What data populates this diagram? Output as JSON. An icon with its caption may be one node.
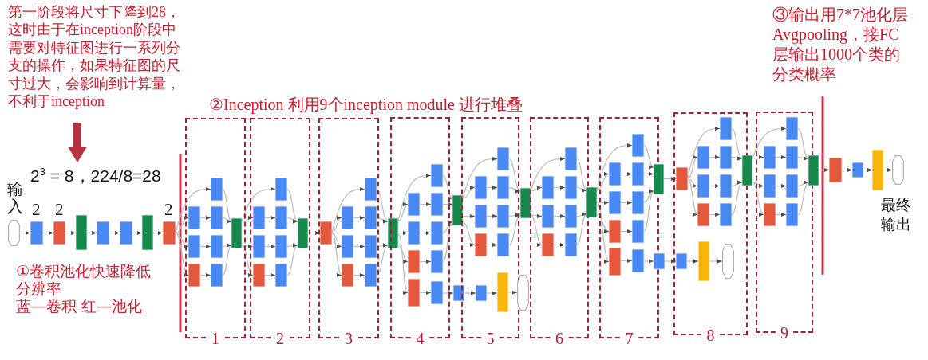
{
  "diagram": {
    "nodes": [
      {
        "text": [
          "第一阶段将尺寸下降到28，这时由于在inception阶段中需要对特征图进行一系列分支的操作，如果特征图的尺寸过大，会影响到计算量，不利于inception"
        ]
      },
      {
        "text": [
          "2$^{3}$ = 8，224/8=28"
        ]
      },
      {
        "text": [],
        "shape": "octagon",
        "beside": [
          "输入"
        ]
      },
      {
        "text": [],
        "shape": "box",
        "beside": [
          "2"
        ]
      },
      {
        "text": [],
        "shape": "box",
        "beside": [
          "2"
        ]
      },
      {
        "text": [],
        "shape": "box"
      },
      {
        "text": [],
        "shape": "box"
      },
      {
        "text": [],
        "shape": "box"
      },
      {
        "text": [],
        "shape": "box"
      },
      {
        "text": [],
        "shape": "box",
        "beside": [
          "2"
        ]
      },
      {
        "text": [
          "1"
        ]
      },
      {
        "text": [],
        "shape": "box",
        "in": 10
      },
      {
        "text": [],
        "shape": "box",
        "in": 10
      },
      {
        "text": [],
        "shape": "box",
        "in": 10
      },
      {
        "text": [],
        "shape": "box",
        "in": 10
      },
      {
        "text": [],
        "shape": "box",
        "in": 10
      },
      {
        "text": [],
        "shape": "box",
        "in": 10
      },
      {
        "text": [],
        "shape": "box",
        "in": 10
      },
      {
        "text": [],
        "shape": "box",
        "in": 10
      },
      {
        "text": [
          "2"
        ]
      },
      {
        "text": [],
        "shape": "box",
        "in": 19
      },
      {
        "text": [],
        "shape": "box",
        "in": 19
      },
      {
        "text": [],
        "shape": "box",
        "in": 19
      },
      {
        "text": [],
        "shape": "box",
        "in": 19
      },
      {
        "text": [],
        "shape": "box",
        "in": 19
      },
      {
        "text": [],
        "shape": "box",
        "in": 19
      },
      {
        "text": [],
        "shape": "box",
        "in": 19
      },
      {
        "text": [],
        "shape": "box",
        "in": 19
      },
      {
        "text": [
          "3"
        ]
      },
      {
        "text": [],
        "shape": "box",
        "in": 28
      },
      {
        "text": [],
        "shape": "box",
        "in": 28
      },
      {
        "text": [],
        "shape": "box",
        "in": 28
      },
      {
        "text": [],
        "shape": "box",
        "in": 28
      },
      {
        "text": [],
        "shape": "box",
        "in": 28
      },
      {
        "text": [],
        "shape": "box",
        "in": 28
      },
      {
        "text": [],
        "shape": "box",
        "in": 28
      },
      {
        "text": [],
        "shape": "box",
        "in": 28
      },
      {
        "text": [],
        "shape": "box"
      },
      {
        "text": [
          "4"
        ]
      },
      {
        "text": [],
        "shape": "box",
        "in": 38
      },
      {
        "text": [],
        "shape": "box",
        "in": 38
      },
      {
        "text": [],
        "shape": "box",
        "in": 38
      },
      {
        "text": [],
        "shape": "box",
        "in": 38
      },
      {
        "text": [],
        "shape": "box",
        "in": 38
      },
      {
        "text": [],
        "shape": "box",
        "in": 38
      },
      {
        "text": [],
        "shape": "box",
        "in": 38
      },
      {
        "text": [],
        "shape": "box",
        "in": 38
      },
      {
        "text": [],
        "shape": "box",
        "in": 38
      },
      {
        "text": [],
        "shape": "box"
      },
      {
        "text": [],
        "shape": "box"
      },
      {
        "text": [
          "5"
        ]
      },
      {
        "text": [],
        "shape": "box",
        "in": 50
      },
      {
        "text": [],
        "shape": "box",
        "in": 50
      },
      {
        "text": [],
        "shape": "box",
        "in": 50
      },
      {
        "text": [],
        "shape": "box",
        "in": 50
      },
      {
        "text": [],
        "shape": "box",
        "in": 50
      },
      {
        "text": [],
        "shape": "box",
        "in": 50
      },
      {
        "text": [],
        "shape": "box",
        "in": 50
      },
      {
        "text": [],
        "shape": "box",
        "in": 50
      },
      {
        "text": [],
        "shape": "box",
        "in": 50
      },
      {
        "text": [],
        "shape": "octagon"
      },
      {
        "text": [],
        "shape": "box"
      },
      {
        "text": [
          "6"
        ]
      },
      {
        "text": [],
        "shape": "box",
        "in": 62
      },
      {
        "text": [],
        "shape": "box",
        "in": 62
      },
      {
        "text": [],
        "shape": "box",
        "in": 62
      },
      {
        "text": [],
        "shape": "box",
        "in": 62
      },
      {
        "text": [],
        "shape": "box",
        "in": 62
      },
      {
        "text": [],
        "shape": "box",
        "in": 62
      },
      {
        "text": [],
        "shape": "box",
        "in": 62
      },
      {
        "text": [],
        "shape": "box"
      },
      {
        "text": [
          "7"
        ]
      },
      {
        "text": [],
        "shape": "box",
        "in": 71
      },
      {
        "text": [],
        "shape": "box",
        "in": 71
      },
      {
        "text": [],
        "shape": "box",
        "in": 71
      },
      {
        "text": [],
        "shape": "box",
        "in": 71
      },
      {
        "text": [],
        "shape": "box",
        "in": 71
      },
      {
        "text": [],
        "shape": "box",
        "in": 71
      },
      {
        "text": [],
        "shape": "box",
        "in": 71
      },
      {
        "text": [],
        "shape": "box",
        "in": 71
      },
      {
        "text": [],
        "shape": "box",
        "in": 71
      },
      {
        "text": [],
        "shape": "box"
      },
      {
        "text": [],
        "shape": "box"
      },
      {
        "text": [
          "8"
        ]
      },
      {
        "text": [],
        "shape": "box",
        "in": 83
      },
      {
        "text": [],
        "shape": "box",
        "in": 83
      },
      {
        "text": [],
        "shape": "box",
        "in": 83
      },
      {
        "text": [],
        "shape": "box",
        "in": 83
      },
      {
        "text": [],
        "shape": "box",
        "in": 83
      },
      {
        "text": [],
        "shape": "box",
        "in": 83
      },
      {
        "text": [],
        "shape": "box",
        "in": 83
      },
      {
        "text": [],
        "shape": "box",
        "in": 83
      },
      {
        "text": [],
        "shape": "box",
        "in": 83
      },
      {
        "text": [],
        "shape": "box",
        "in": 83
      },
      {
        "text": [],
        "shape": "octagon",
        "in": 83
      },
      {
        "text": [],
        "shape": "box"
      },
      {
        "text": [
          "9"
        ]
      },
      {
        "text": [],
        "shape": "box",
        "in": 96
      },
      {
        "text": [],
        "shape": "box",
        "in": 96
      },
      {
        "text": [],
        "shape": "box",
        "in": 96
      },
      {
        "text": [],
        "shape": "box",
        "in": 96
      },
      {
        "text": [],
        "shape": "box",
        "in": 96
      },
      {
        "text": [],
        "shape": "box",
        "in": 96
      },
      {
        "text": [],
        "shape": "box",
        "in": 96
      },
      {
        "text": [],
        "shape": "box"
      },
      {
        "text": [],
        "shape": "box"
      },
      {
        "text": [],
        "shape": "box"
      },
      {
        "text": [],
        "shape": "box"
      },
      {
        "text": [],
        "shape": "octagon",
        "beside": [
          "最终输出"
        ]
      }
    ],
    "edges": [
      {
        "from": 0,
        "to": 1,
        "arrow": "to",
        "style": "thick",
        "color": "#b5303f"
      },
      {
        "from": 2,
        "to": 3,
        "arrow": "to"
      },
      {
        "from": 3,
        "to": 4,
        "arrow": "to"
      },
      {
        "from": 4,
        "to": 5,
        "arrow": "to"
      },
      {
        "from": 5,
        "to": 6,
        "arrow": "to"
      },
      {
        "from": 6,
        "to": 7,
        "arrow": "to"
      },
      {
        "from": 7,
        "to": 8,
        "arrow": "to"
      },
      {
        "from": 8,
        "to": 9,
        "arrow": "to"
      },
      {
        "from": 9,
        "to": 11,
        "arrow": "to"
      },
      {
        "from": 9,
        "to": 12,
        "arrow": "to"
      },
      {
        "from": 9,
        "to": 14,
        "arrow": "to"
      },
      {
        "from": 9,
        "to": 16,
        "arrow": "to"
      },
      {
        "from": 12,
        "to": 13,
        "arrow": "to"
      },
      {
        "from": 14,
        "to": 15,
        "arrow": "to"
      },
      {
        "from": 16,
        "to": 17,
        "arrow": "to"
      },
      {
        "from": 11,
        "to": 18,
        "arrow": "to"
      },
      {
        "from": 13,
        "to": 18,
        "arrow": "to"
      },
      {
        "from": 15,
        "to": 18,
        "arrow": "to"
      },
      {
        "from": 17,
        "to": 18,
        "arrow": "to"
      },
      {
        "from": 18,
        "to": 20,
        "arrow": "to"
      },
      {
        "from": 18,
        "to": 21,
        "arrow": "to"
      },
      {
        "from": 18,
        "to": 23,
        "arrow": "to"
      },
      {
        "from": 18,
        "to": 25,
        "arrow": "to"
      },
      {
        "from": 21,
        "to": 22,
        "arrow": "to"
      },
      {
        "from": 23,
        "to": 24,
        "arrow": "to"
      },
      {
        "from": 25,
        "to": 26,
        "arrow": "to"
      },
      {
        "from": 20,
        "to": 27,
        "arrow": "to"
      },
      {
        "from": 22,
        "to": 27,
        "arrow": "to"
      },
      {
        "from": 24,
        "to": 27,
        "arrow": "to"
      },
      {
        "from": 26,
        "to": 27,
        "arrow": "to"
      },
      {
        "from": 27,
        "to": 29,
        "arrow": "to"
      },
      {
        "from": 29,
        "to": 30,
        "arrow": "to"
      },
      {
        "from": 29,
        "to": 31,
        "arrow": "to"
      },
      {
        "from": 29,
        "to": 33,
        "arrow": "to"
      },
      {
        "from": 29,
        "to": 35,
        "arrow": "to"
      },
      {
        "from": 31,
        "to": 32,
        "arrow": "to"
      },
      {
        "from": 33,
        "to": 34,
        "arrow": "to"
      },
      {
        "from": 35,
        "to": 36,
        "arrow": "to"
      },
      {
        "from": 30,
        "to": 37,
        "arrow": "to"
      },
      {
        "from": 32,
        "to": 37,
        "arrow": "to"
      },
      {
        "from": 34,
        "to": 37,
        "arrow": "to"
      },
      {
        "from": 36,
        "to": 37,
        "arrow": "to"
      },
      {
        "from": 37,
        "to": 39,
        "arrow": "to"
      },
      {
        "from": 37,
        "to": 40,
        "arrow": "to"
      },
      {
        "from": 37,
        "to": 42,
        "arrow": "to"
      },
      {
        "from": 37,
        "to": 44,
        "arrow": "to"
      },
      {
        "from": 40,
        "to": 41,
        "arrow": "to"
      },
      {
        "from": 42,
        "to": 43,
        "arrow": "to"
      },
      {
        "from": 44,
        "to": 45,
        "arrow": "to"
      },
      {
        "from": 39,
        "to": 48,
        "arrow": "to"
      },
      {
        "from": 41,
        "to": 48,
        "arrow": "to"
      },
      {
        "from": 43,
        "to": 48,
        "arrow": "to"
      },
      {
        "from": 45,
        "to": 48,
        "arrow": "to"
      },
      {
        "from": 37,
        "to": 46,
        "arrow": "to"
      },
      {
        "from": 46,
        "to": 47,
        "arrow": "to"
      },
      {
        "from": 47,
        "to": 49,
        "arrow": "to"
      },
      {
        "from": 49,
        "to": 58,
        "arrow": "to"
      },
      {
        "from": 58,
        "to": 59,
        "arrow": "to"
      },
      {
        "from": 59,
        "to": 60,
        "arrow": "to"
      },
      {
        "from": 48,
        "to": 51,
        "arrow": "to"
      },
      {
        "from": 48,
        "to": 52,
        "arrow": "to"
      },
      {
        "from": 48,
        "to": 54,
        "arrow": "to"
      },
      {
        "from": 48,
        "to": 56,
        "arrow": "to"
      },
      {
        "from": 52,
        "to": 53,
        "arrow": "to"
      },
      {
        "from": 54,
        "to": 55,
        "arrow": "to"
      },
      {
        "from": 56,
        "to": 57,
        "arrow": "to"
      },
      {
        "from": 51,
        "to": 61,
        "arrow": "to"
      },
      {
        "from": 53,
        "to": 61,
        "arrow": "to"
      },
      {
        "from": 55,
        "to": 61,
        "arrow": "to"
      },
      {
        "from": 57,
        "to": 61,
        "arrow": "to"
      },
      {
        "from": 61,
        "to": 63,
        "arrow": "to"
      },
      {
        "from": 61,
        "to": 64,
        "arrow": "to"
      },
      {
        "from": 61,
        "to": 66,
        "arrow": "to"
      },
      {
        "from": 61,
        "to": 68,
        "arrow": "to"
      },
      {
        "from": 64,
        "to": 65,
        "arrow": "to"
      },
      {
        "from": 66,
        "to": 67,
        "arrow": "to"
      },
      {
        "from": 68,
        "to": 69,
        "arrow": "to"
      },
      {
        "from": 63,
        "to": 70,
        "arrow": "to"
      },
      {
        "from": 65,
        "to": 70,
        "arrow": "to"
      },
      {
        "from": 67,
        "to": 70,
        "arrow": "to"
      },
      {
        "from": 69,
        "to": 70,
        "arrow": "to"
      },
      {
        "from": 70,
        "to": 72,
        "arrow": "to"
      },
      {
        "from": 70,
        "to": 73,
        "arrow": "to"
      },
      {
        "from": 70,
        "to": 75,
        "arrow": "to"
      },
      {
        "from": 70,
        "to": 77,
        "arrow": "to"
      },
      {
        "from": 73,
        "to": 74,
        "arrow": "to"
      },
      {
        "from": 75,
        "to": 76,
        "arrow": "to"
      },
      {
        "from": 77,
        "to": 78,
        "arrow": "to"
      },
      {
        "from": 72,
        "to": 81,
        "arrow": "to"
      },
      {
        "from": 74,
        "to": 81,
        "arrow": "to"
      },
      {
        "from": 76,
        "to": 81,
        "arrow": "to"
      },
      {
        "from": 78,
        "to": 81,
        "arrow": "to"
      },
      {
        "from": 70,
        "to": 79,
        "arrow": "to"
      },
      {
        "from": 79,
        "to": 80,
        "arrow": "to"
      },
      {
        "from": 80,
        "to": 82,
        "arrow": "to"
      },
      {
        "from": 82,
        "to": 92,
        "arrow": "to"
      },
      {
        "from": 92,
        "to": 93,
        "arrow": "to"
      },
      {
        "from": 93,
        "to": 94,
        "arrow": "to"
      },
      {
        "from": 81,
        "to": 84,
        "arrow": "to"
      },
      {
        "from": 84,
        "to": 85,
        "arrow": "to"
      },
      {
        "from": 84,
        "to": 86,
        "arrow": "to"
      },
      {
        "from": 84,
        "to": 88,
        "arrow": "to"
      },
      {
        "from": 84,
        "to": 90,
        "arrow": "to"
      },
      {
        "from": 86,
        "to": 87,
        "arrow": "to"
      },
      {
        "from": 88,
        "to": 89,
        "arrow": "to"
      },
      {
        "from": 90,
        "to": 91,
        "arrow": "to"
      },
      {
        "from": 85,
        "to": 95,
        "arrow": "to"
      },
      {
        "from": 87,
        "to": 95,
        "arrow": "to"
      },
      {
        "from": 89,
        "to": 95,
        "arrow": "to"
      },
      {
        "from": 91,
        "to": 95,
        "arrow": "to"
      },
      {
        "from": 95,
        "to": 97,
        "arrow": "to"
      },
      {
        "from": 95,
        "to": 98,
        "arrow": "to"
      },
      {
        "from": 95,
        "to": 100,
        "arrow": "to"
      },
      {
        "from": 95,
        "to": 102,
        "arrow": "to"
      },
      {
        "from": 98,
        "to": 99,
        "arrow": "to"
      },
      {
        "from": 100,
        "to": 101,
        "arrow": "to"
      },
      {
        "from": 102,
        "to": 103,
        "arrow": "to"
      },
      {
        "from": 97,
        "to": 104,
        "arrow": "to"
      },
      {
        "from": 99,
        "to": 104,
        "arrow": "to"
      },
      {
        "from": 101,
        "to": 104,
        "arrow": "to"
      },
      {
        "from": 103,
        "to": 104,
        "arrow": "to"
      },
      {
        "from": 104,
        "to": 105,
        "arrow": "to"
      },
      {
        "from": 105,
        "to": 106,
        "arrow": "to"
      },
      {
        "from": 106,
        "to": 107,
        "arrow": "to"
      },
      {
        "from": 107,
        "to": 108,
        "arrow": "to"
      }
    ],
    "labels": [
      "③输出用7*7池化层Avgpooling，接FC层输出1000个类的分类概率",
      "②Inception 利用9个inception module 进行堆叠",
      "①卷积池化快速降低分辨率",
      "蓝—卷积 红—池化"
    ]
  }
}
